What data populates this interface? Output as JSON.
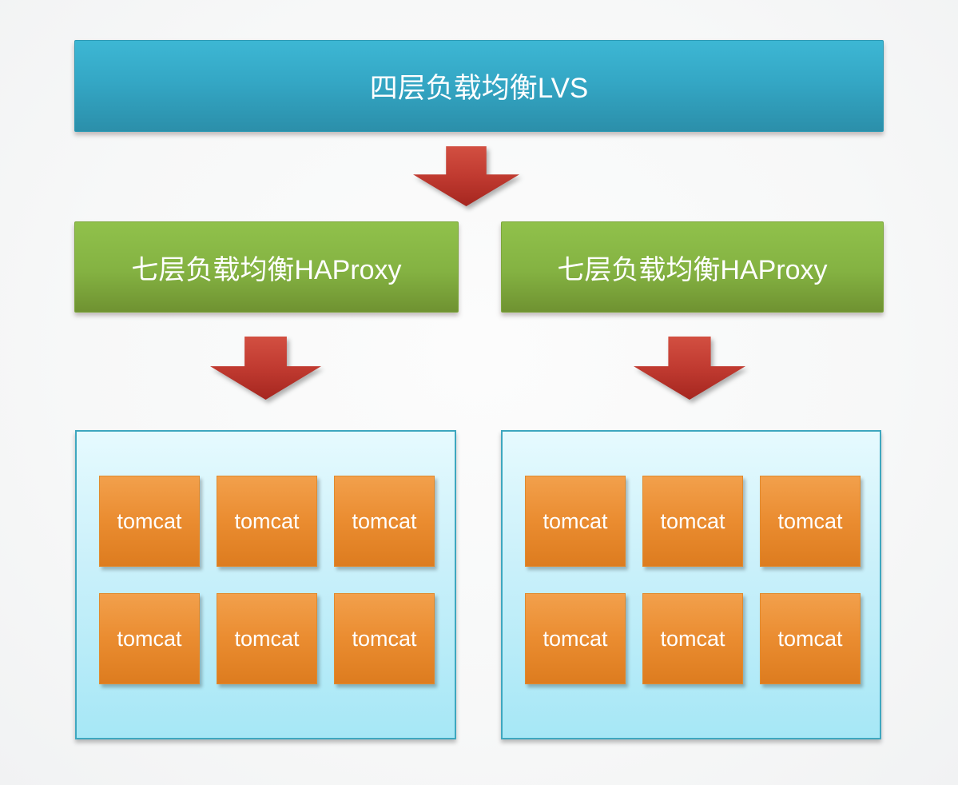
{
  "diagram": {
    "lvs": {
      "label": "四层负载均衡LVS"
    },
    "haproxy": [
      {
        "label": "七层负载均衡HAProxy"
      },
      {
        "label": "七层负载均衡HAProxy"
      }
    ],
    "arrows": {
      "icon": "down-arrow-icon",
      "count": 3
    },
    "clusters": [
      {
        "nodes": [
          "tomcat",
          "tomcat",
          "tomcat",
          "tomcat",
          "tomcat",
          "tomcat"
        ]
      },
      {
        "nodes": [
          "tomcat",
          "tomcat",
          "tomcat",
          "tomcat",
          "tomcat",
          "tomcat"
        ]
      }
    ],
    "colors": {
      "lvs_top": "#3db7d4",
      "lvs_bottom": "#2b8faa",
      "haproxy_top": "#90c14b",
      "haproxy_bottom": "#6f9231",
      "arrow_top": "#d24f41",
      "arrow_bottom": "#a5261f",
      "node_top": "#f2a04c",
      "node_bottom": "#dd7c1f",
      "cluster_border": "#3ea7bf",
      "cluster_fill_top": "#e6fafe",
      "cluster_fill_bottom": "#a6e7f6"
    }
  }
}
